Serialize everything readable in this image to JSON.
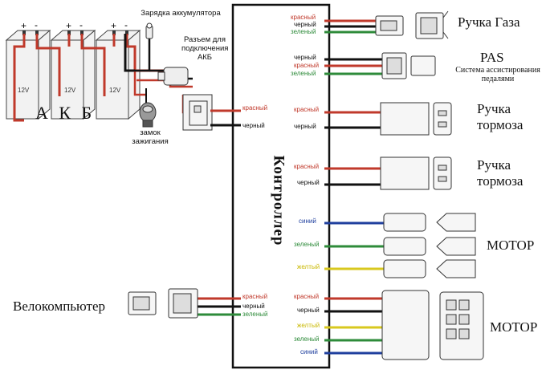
{
  "controller": {
    "title": "Контроллер"
  },
  "battery": {
    "label": "А К Б",
    "cell_voltage": "12V",
    "plus": "+",
    "minus": "-"
  },
  "charging_port": {
    "label": "Зарядка аккумулятора"
  },
  "battery_connector": {
    "label": "Разъем для подключения АКБ"
  },
  "ignition": {
    "label": "замок зажигания"
  },
  "colors": {
    "red": "#c0392b",
    "black": "#111111",
    "green": "#2e8b3a",
    "blue": "#1f3f9e",
    "yellow": "#d8c81e"
  },
  "components": {
    "throttle": {
      "label": "Ручка Газа"
    },
    "pas": {
      "label": "PAS",
      "sublabel": "Система ассистирования педалями"
    },
    "brake1": {
      "label": "Ручка тормоза"
    },
    "brake2": {
      "label": "Ручка тормоза"
    },
    "motor_phase": {
      "label": "МОТОР"
    },
    "motor_hall": {
      "label": "МОТОР"
    },
    "bike_computer": {
      "label": "Велокомпьютер"
    }
  },
  "wire_labels": {
    "throttle": [
      "красный",
      "черный",
      "зеленый"
    ],
    "pas": [
      "черный",
      "красный",
      "зеленый"
    ],
    "brake1": [
      "красный",
      "черный"
    ],
    "brake2": [
      "красный",
      "черный"
    ],
    "battery": [
      "красный",
      "черный"
    ],
    "motor_phase": [
      "синий",
      "зеленый",
      "желтый"
    ],
    "bike_computer": [
      "красный",
      "черный",
      "зеленый"
    ],
    "motor_hall": [
      "красный",
      "черный",
      "желтый",
      "зеленый",
      "синий"
    ]
  }
}
